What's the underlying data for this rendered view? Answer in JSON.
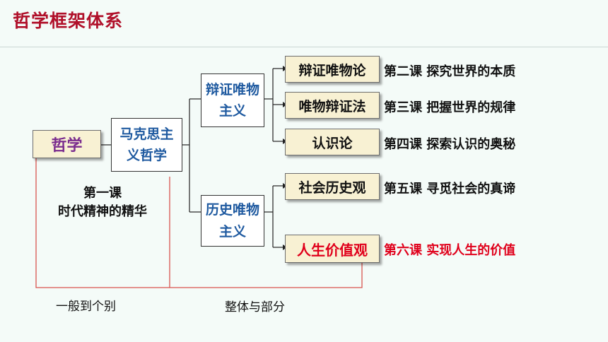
{
  "title": "哲学框架体系",
  "nodes": {
    "philosophy": "哲学",
    "marxism": "马克思主义哲学",
    "dialectical": "辩证唯物主义",
    "historical": "历史唯物主义",
    "leaf1": "辩证唯物论",
    "leaf2": "唯物辩证法",
    "leaf3": "认识论",
    "leaf4": "社会历史观",
    "leaf5": "人生价值观"
  },
  "courses": {
    "c2": "第二课 探究世界的本质",
    "c3": "第三课 把握世界的规律",
    "c4": "第四课 探索认识的奥秘",
    "c5": "第五课 寻觅社会的真谛",
    "c6": "第六课 实现人生的价值"
  },
  "lesson1": {
    "line1": "第一课",
    "line2": "时代精神的精华"
  },
  "relations": {
    "general_individual": "一般到个别",
    "whole_part": "整体与部分"
  },
  "colors": {
    "title": "#b0102a",
    "philosophy_text": "#7a2c8e",
    "blue_text": "#1f5aa0",
    "highlight_red": "#e0001b",
    "bracket": "#d9534f"
  }
}
